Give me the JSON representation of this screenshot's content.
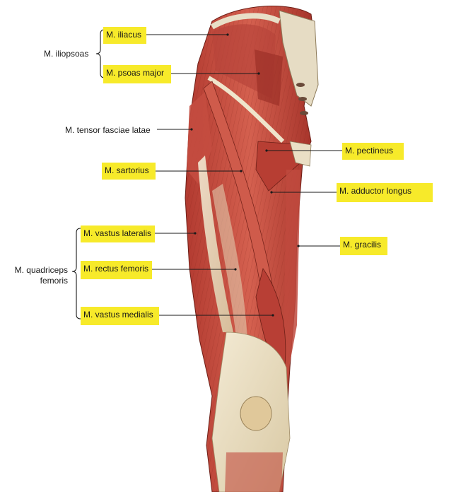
{
  "labels": {
    "iliacus": "M. iliacus",
    "psoas_major": "M. psoas major",
    "iliopsoas": "M. iliopsoas",
    "tensor_fasciae_latae": "M. tensor fasciae latae",
    "sartorius": "M. sartorius",
    "vastus_lateralis": "M. vastus lateralis",
    "rectus_femoris": "M. rectus femoris",
    "vastus_medialis": "M. vastus medialis",
    "quadriceps_line1": "M. quadriceps",
    "quadriceps_line2": "femoris",
    "pectineus": "M. pectineus",
    "adductor_longus": "M. adductor longus",
    "gracilis": "M. gracilis"
  },
  "colors": {
    "highlight": "#f7ea2a",
    "leader_line": "#1a1a1a",
    "muscle_red": "#c0453a",
    "muscle_dark": "#8e2a22",
    "tendon": "#ece2c8",
    "background": "#ffffff"
  }
}
